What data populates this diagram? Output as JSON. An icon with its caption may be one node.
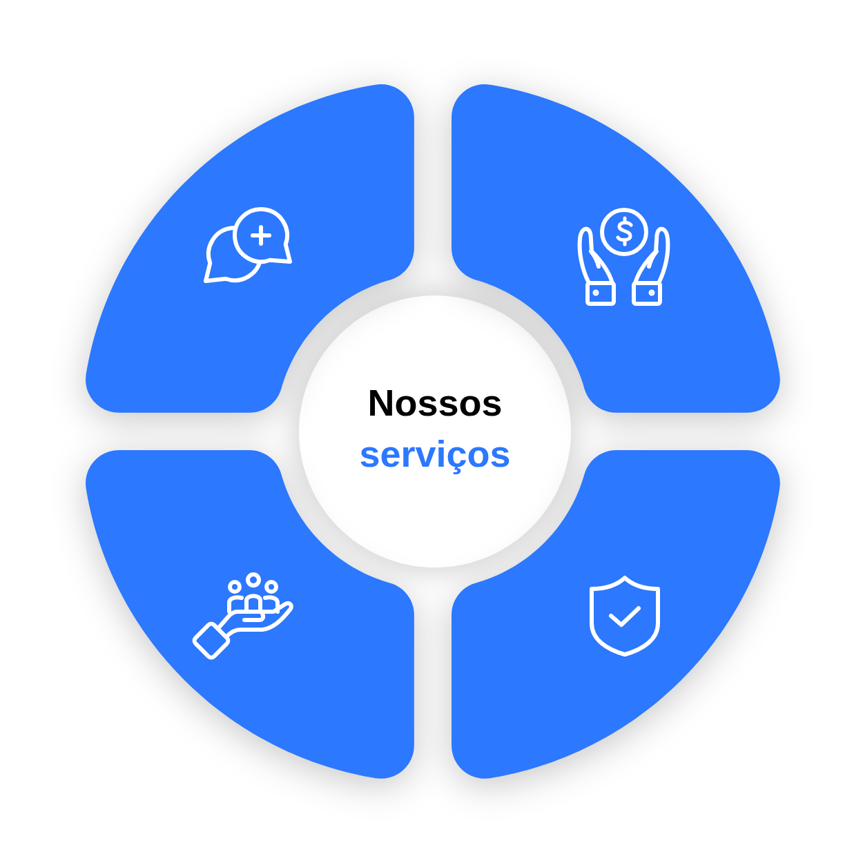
{
  "diagram": {
    "nodes": [
      {
        "text": [
          "Nossos",
          "serviços"
        ]
      },
      {
        "text": [],
        "shape": "sector"
      },
      {
        "text": [],
        "shape": "sector"
      },
      {
        "text": [],
        "shape": "sector"
      },
      {
        "text": [],
        "shape": "sector"
      }
    ]
  }
}
